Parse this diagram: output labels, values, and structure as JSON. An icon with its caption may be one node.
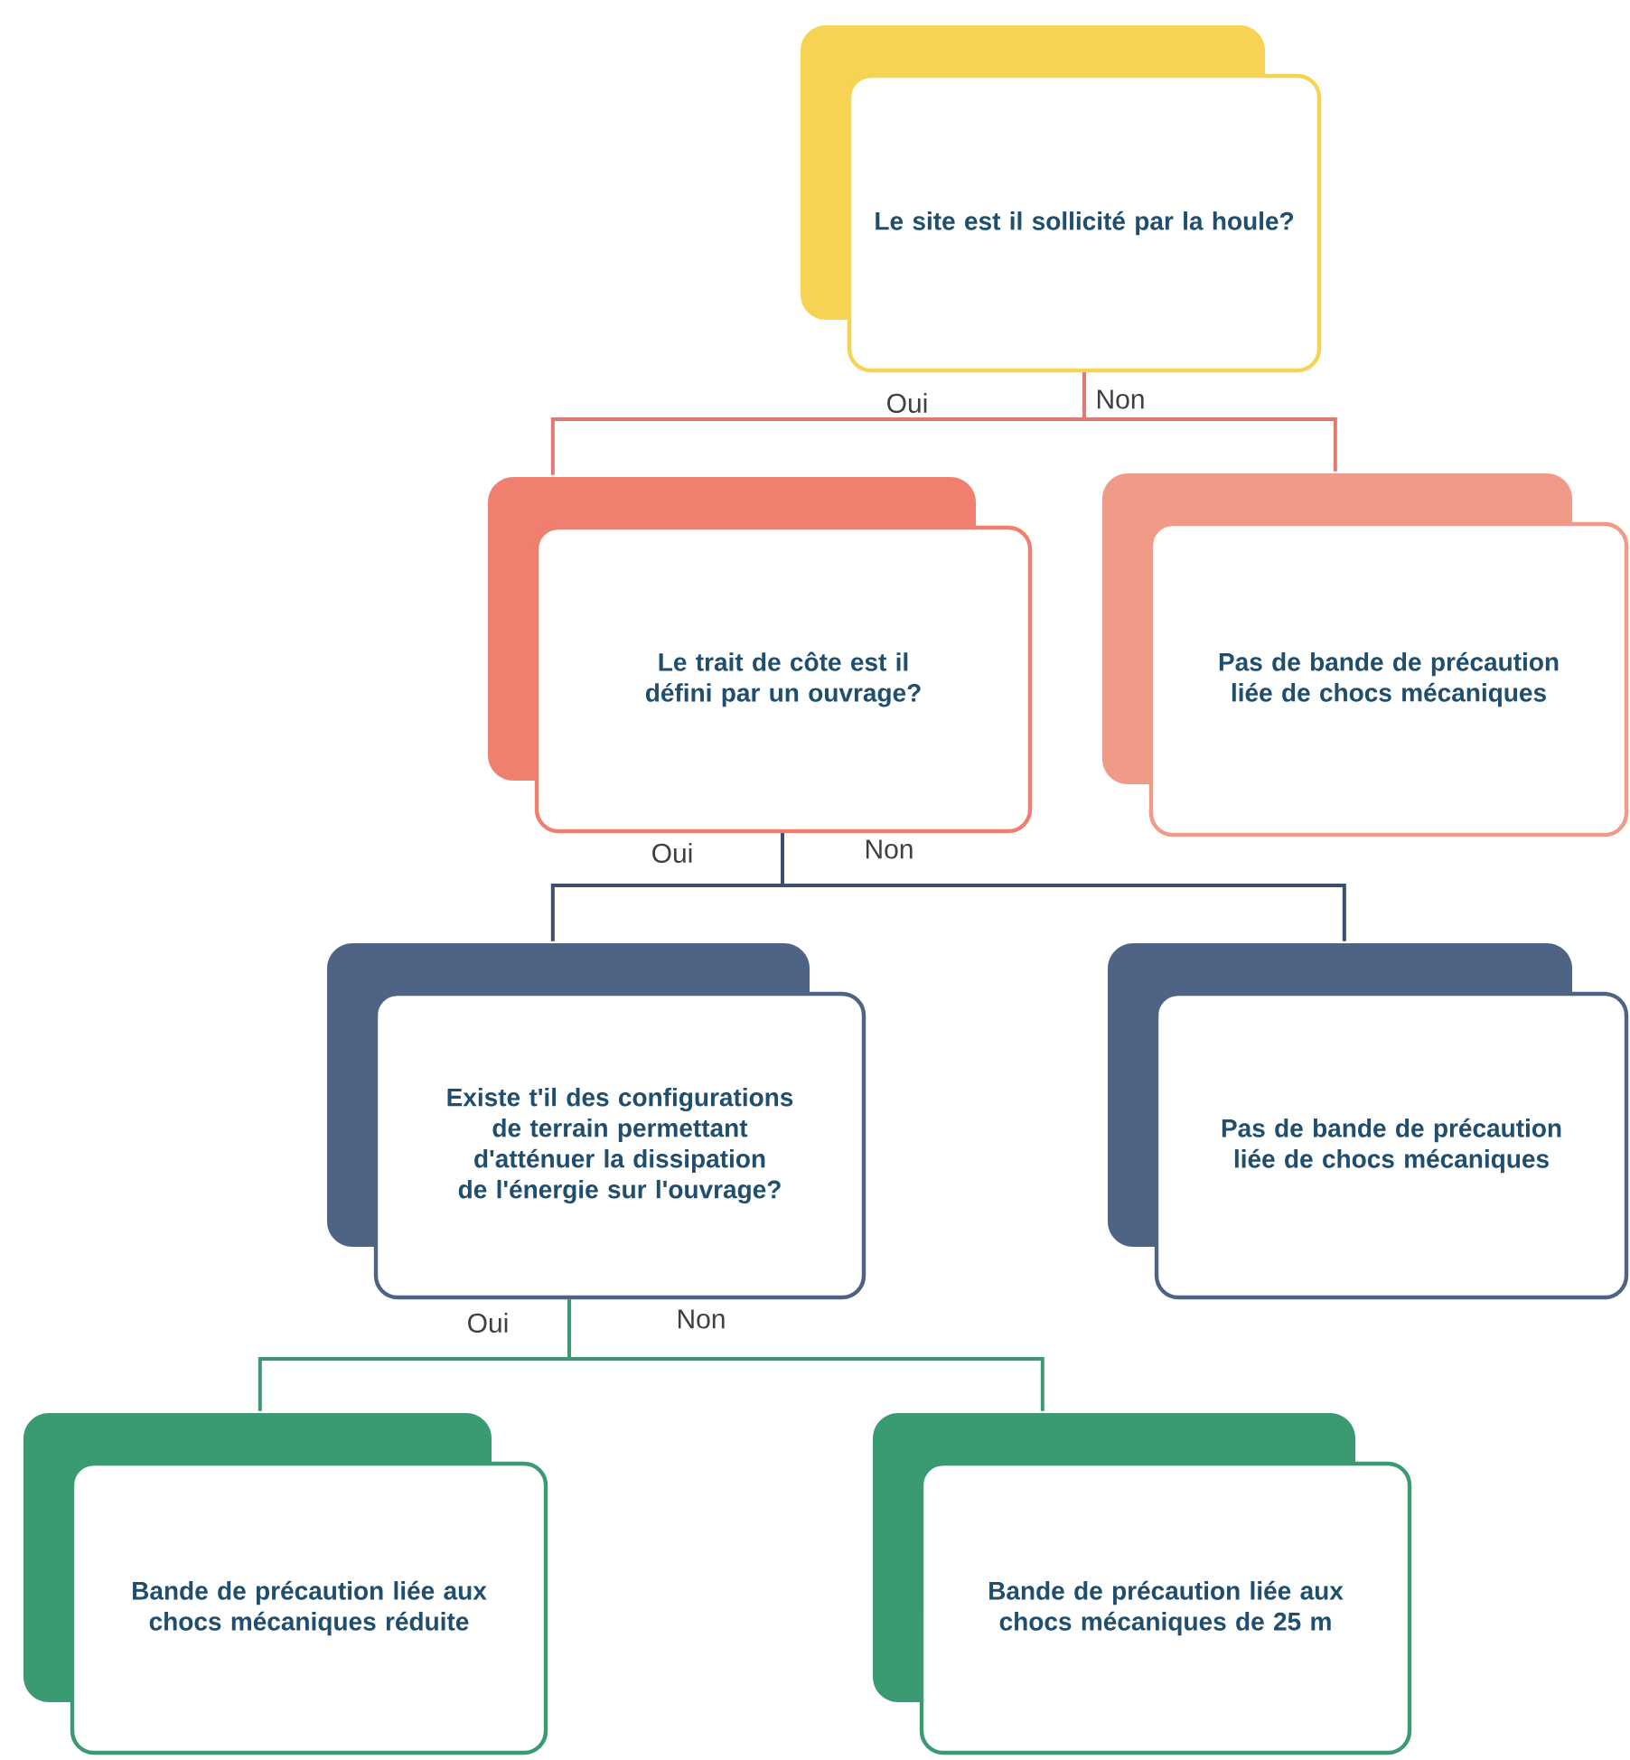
{
  "diagram": {
    "nodes": [
      {
        "text": [
          "Le site est il sollicité par la houle?"
        ]
      },
      {
        "text": [
          "Le trait de côte est il défini par un ouvrage?"
        ]
      },
      {
        "text": [
          "Pas de bande de précaution liée de chocs mécaniques"
        ]
      },
      {
        "text": [
          "Existe t'il des configurations de terrain permettant d'atténuer la dissipation de l'énergie sur l'ouvrage?"
        ]
      },
      {
        "text": [
          "Pas de bande de précaution liée de chocs mécaniques"
        ]
      },
      {
        "text": [
          "Bande de précaution liée aux chocs mécaniques réduite"
        ]
      },
      {
        "text": [
          "Bande de précaution liée aux chocs mécaniques de 25 m"
        ]
      }
    ],
    "edges": [
      {
        "from": 0,
        "to": 1,
        "arrow": "none",
        "label": "Oui",
        "color": "#e07a70"
      },
      {
        "from": 0,
        "to": 2,
        "arrow": "none",
        "label": "Non",
        "color": "#e07a70"
      },
      {
        "from": 1,
        "to": 3,
        "arrow": "none",
        "label": "Oui",
        "color": "#3c4f70"
      },
      {
        "from": 1,
        "to": 4,
        "arrow": "none",
        "label": "Non",
        "color": "#3c4f70"
      },
      {
        "from": 3,
        "to": 5,
        "arrow": "none",
        "label": "Oui",
        "color": "#3a9a72"
      },
      {
        "from": 3,
        "to": 6,
        "arrow": "none",
        "label": "Non",
        "color": "#3a9a72"
      }
    ]
  }
}
